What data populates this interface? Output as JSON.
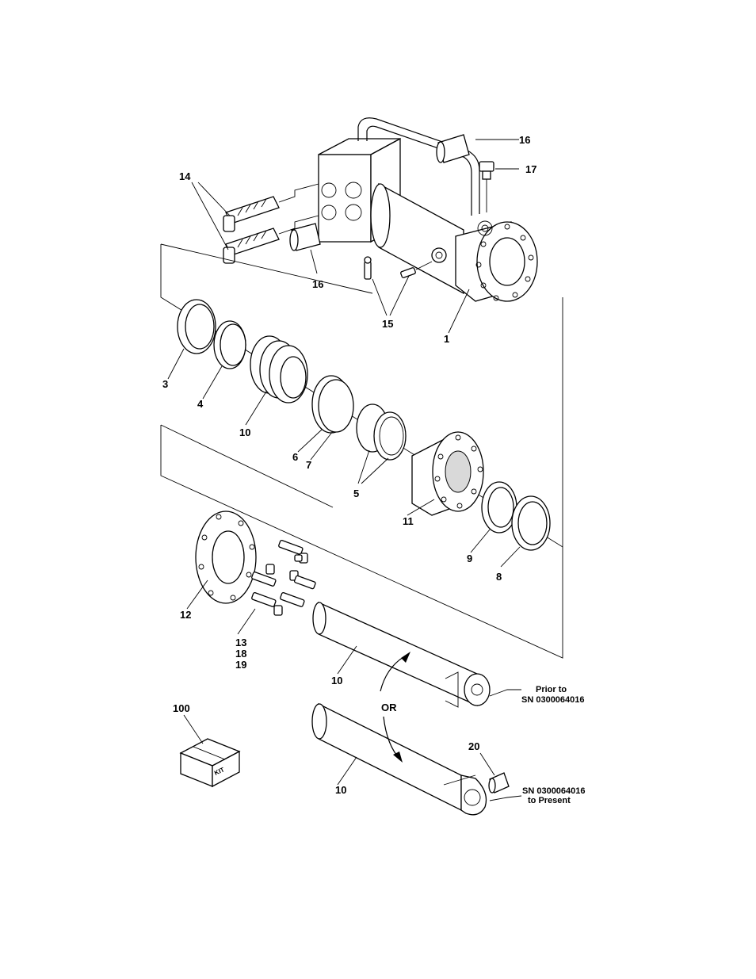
{
  "callouts": {
    "c1": "1",
    "c3": "3",
    "c4": "4",
    "c5": "5",
    "c6": "6",
    "c7": "7",
    "c8": "8",
    "c9": "9",
    "c10a": "10",
    "c10b": "10",
    "c10c": "10",
    "c11": "11",
    "c12": "12",
    "c13": "13",
    "c18": "18",
    "c19": "19",
    "c14": "14",
    "c15": "15",
    "c16a": "16",
    "c16b": "16",
    "c17": "17",
    "c20": "20",
    "c100": "100"
  },
  "notes": {
    "prior_line1": "Prior to",
    "prior_line2": "SN 0300064016",
    "present_line1": "SN 0300064016",
    "present_line2": "to Present",
    "or": "OR",
    "kit": "KIT"
  }
}
